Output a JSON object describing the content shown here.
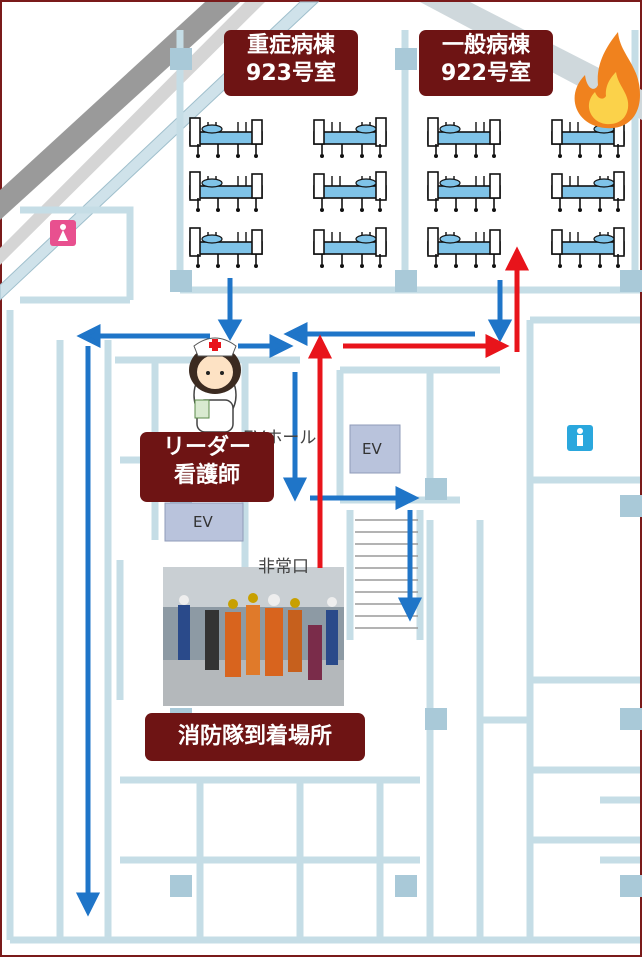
{
  "rooms": {
    "room_923": {
      "line1": "重症病棟",
      "line2": "923号室"
    },
    "room_922": {
      "line1": "一般病棟",
      "line2": "922号室"
    }
  },
  "leader": {
    "line1": "リーダー",
    "line2": "看護師"
  },
  "fire_brigade": {
    "label": "消防隊到着場所"
  },
  "map_labels": {
    "ev_hall": "EVホール",
    "ev_1": "EV",
    "ev_2": "EV",
    "emergency": "非常口"
  },
  "icons": {
    "restroom_female": "restroom-female-icon",
    "restroom_male": "restroom-male-icon",
    "fire": "fire-icon",
    "nurse": "nurse-icon",
    "bed": "hospital-bed-icon"
  },
  "colors": {
    "label_bg": "#6e1414",
    "evac_route": "#1f75c8",
    "firefighter_route": "#e8141b",
    "wall": "#c5dde6",
    "ev_box": "#b9c3dc",
    "female_icon": "#e8508f",
    "male_icon": "#2aa7dd"
  }
}
